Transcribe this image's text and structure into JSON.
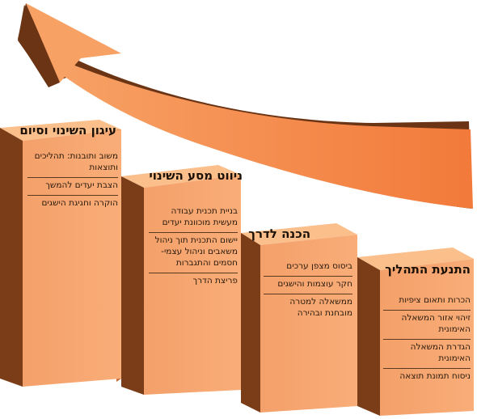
{
  "steps": [
    {
      "title": "עיגון השינוי וסיום",
      "items": [
        "משוב ותובנות: תהליכים ותוצאות",
        "הצבת יעדים להמשך",
        "הוקרה וחגיגת הישגים"
      ]
    },
    {
      "title": "ניווט מסע השינוי",
      "items": [
        "בניית תכנית עבודה מעשית מוכוונת יעדים",
        "יישום התכנית תוך ניהול משאבים וניהול עצמי- חסמים והתגברות",
        "פריצת הדרך"
      ]
    },
    {
      "title": "הכנה לדרך",
      "items": [
        "ביסוס מצפן ערכים",
        "חקר עוצמות והישגים",
        "ממשאלה למטרה מובחנת ובהירה"
      ]
    },
    {
      "title": "התנעת התהליך",
      "items": [
        "הכרות ותאום ציפיות",
        "זיהוי אזור המשאלה האימונית",
        "הגדרת המשאלה האימונית",
        "ניסוח תמונת תוצאה"
      ]
    }
  ],
  "colors": {
    "front": "#f7a46a",
    "top": "#fbbf8c",
    "side": "#7a3d17",
    "arrow": "#f58a4a",
    "arrow_dark": "#6b3414"
  }
}
